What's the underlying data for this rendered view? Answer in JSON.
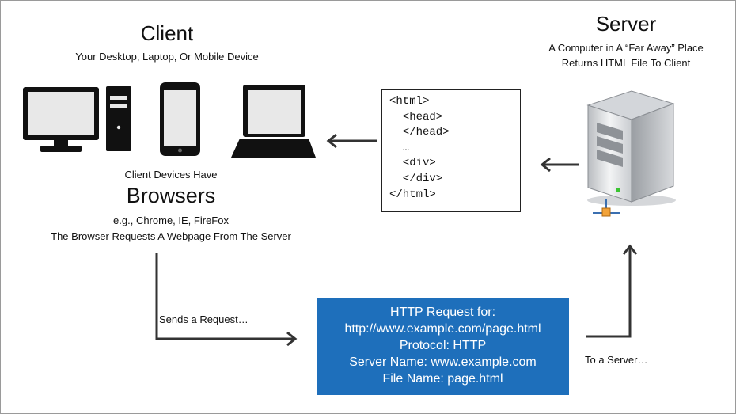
{
  "client": {
    "title": "Client",
    "subtitle": "Your Desktop, Laptop, Or Mobile Device",
    "devices_line": "Client Devices Have",
    "browsers_title": "Browsers",
    "browsers_examples": "e.g., Chrome, IE, FireFox",
    "browser_requests": "The Browser  Requests A Webpage From  The Server"
  },
  "server": {
    "title": "Server",
    "subtitle_line1": "A Computer  in A “Far Away” Place",
    "subtitle_line2": "Returns HTML File To Client"
  },
  "code_box": {
    "lines": [
      "<html>",
      "  <head>",
      "  </head>",
      "  …",
      "  <div>",
      "  </div>",
      "</html>"
    ]
  },
  "request_box": {
    "lines": [
      "HTTP Request for:",
      "http://www.example.com/page.html",
      "Protocol: HTTP",
      "Server Name: www.example.com",
      "File Name: page.html"
    ],
    "color": "#1e6fbb"
  },
  "labels": {
    "sends": "Sends a Request…",
    "to_server": "To a Server…"
  },
  "icons": [
    "monitor-icon",
    "tower-pc-icon",
    "phone-icon",
    "laptop-icon",
    "server-icon"
  ]
}
